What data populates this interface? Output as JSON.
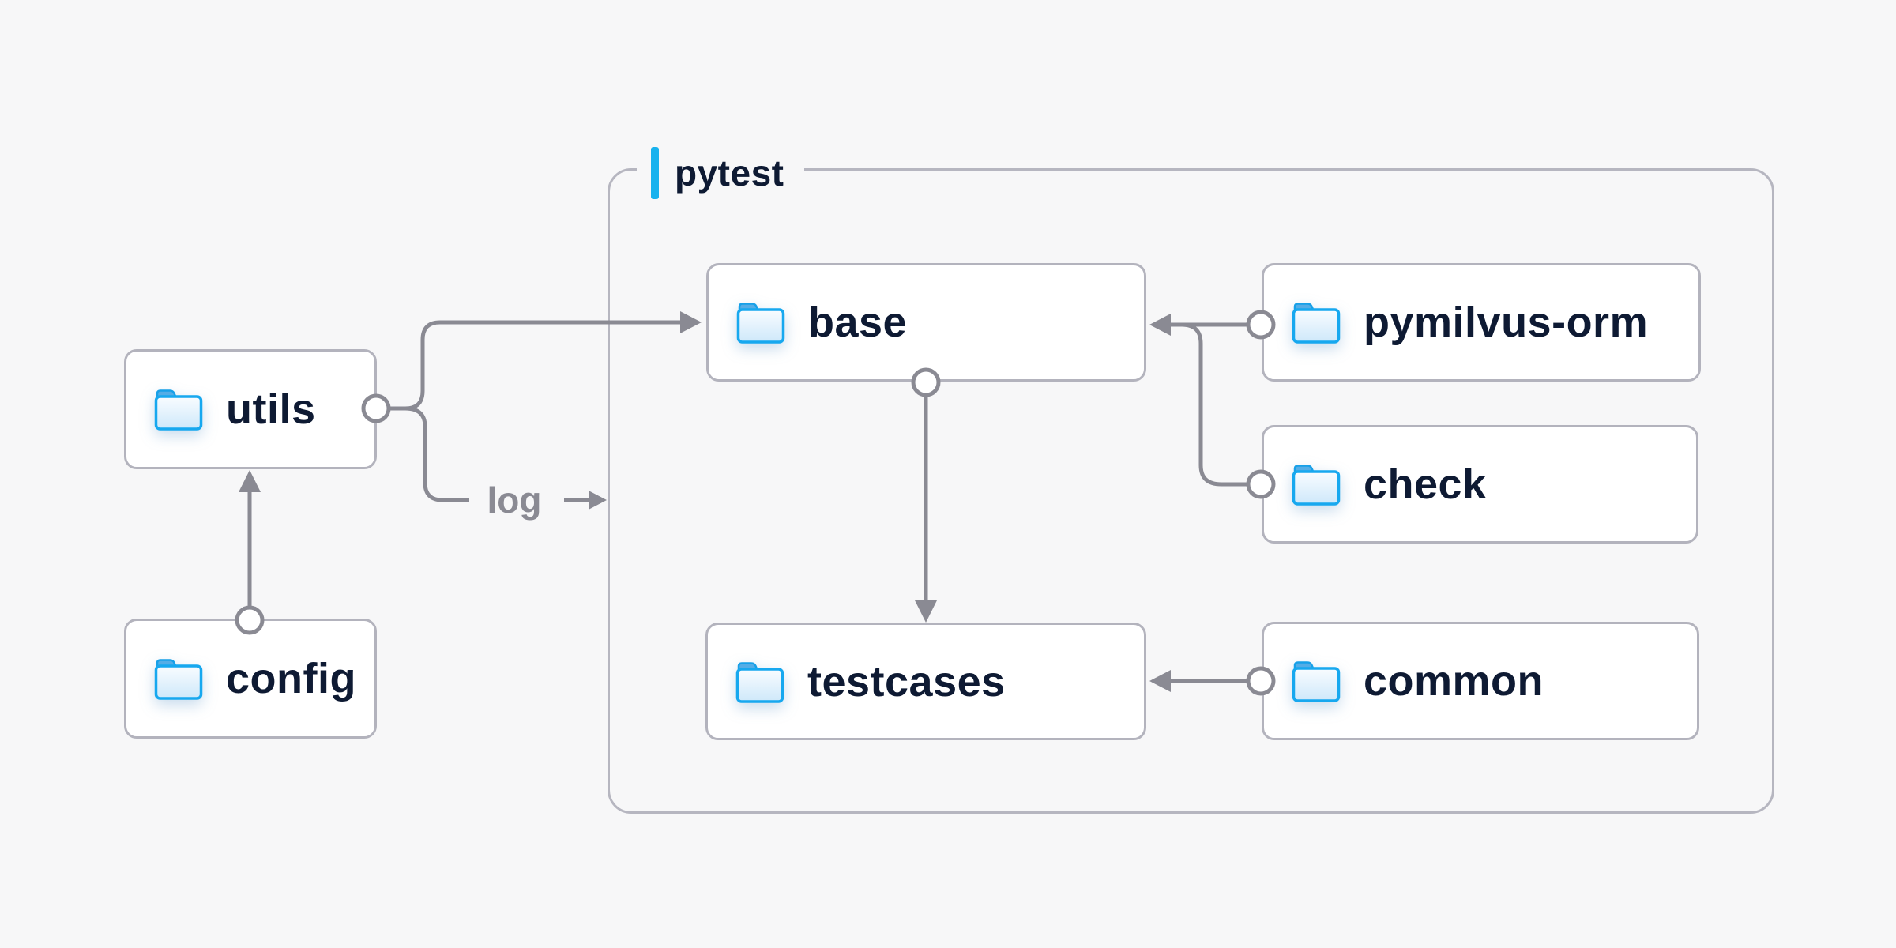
{
  "container": {
    "label": "pytest"
  },
  "nodes": {
    "utils": {
      "label": "utils",
      "icon": "folder-icon"
    },
    "config": {
      "label": "config",
      "icon": "folder-icon"
    },
    "base": {
      "label": "base",
      "icon": "folder-icon"
    },
    "testcases": {
      "label": "testcases",
      "icon": "folder-icon"
    },
    "pymilvus_orm": {
      "label": "pymilvus-orm",
      "icon": "folder-icon"
    },
    "check": {
      "label": "check",
      "icon": "folder-icon"
    },
    "common": {
      "label": "common",
      "icon": "folder-icon"
    }
  },
  "edge_labels": {
    "log": "log"
  },
  "edges": [
    {
      "from": "config",
      "to": "utils"
    },
    {
      "from": "utils",
      "to": "base"
    },
    {
      "from": "utils",
      "to": "pytest",
      "label": "log"
    },
    {
      "from": "pymilvus-orm",
      "to": "base"
    },
    {
      "from": "check",
      "to": "base"
    },
    {
      "from": "base",
      "to": "testcases"
    },
    {
      "from": "common",
      "to": "testcases"
    }
  ],
  "colors": {
    "background": "#f7f7f8",
    "box_background": "#ffffff",
    "box_border": "#b3b3bd",
    "group_border": "#b6b6c0",
    "connector": "#8a8a93",
    "text": "#0e1a33",
    "muted_text": "#8a8a93",
    "accent": "#18b2ee",
    "folder_blue": "#17a8ef",
    "folder_tab": "#54ade6"
  }
}
